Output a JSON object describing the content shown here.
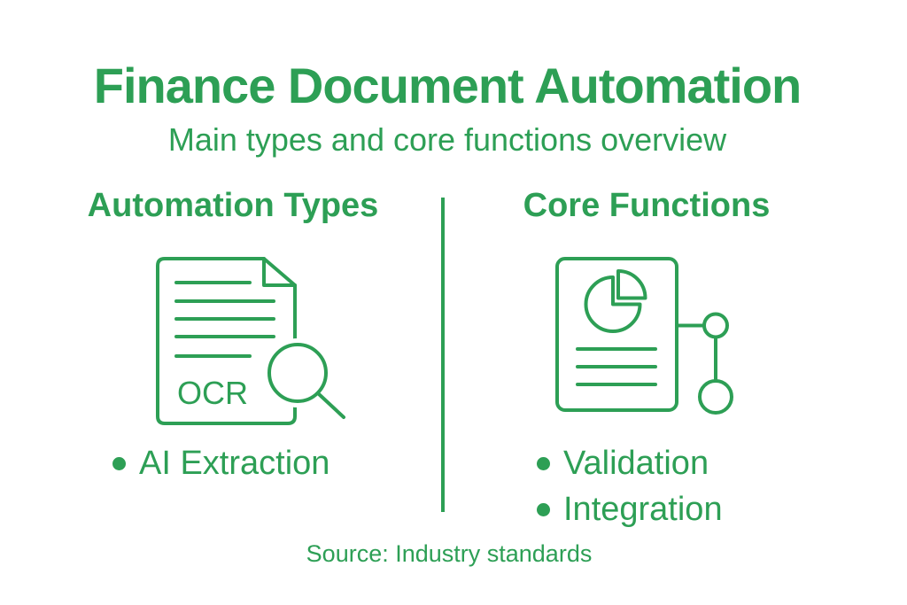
{
  "colors": {
    "accent": "#2d9f55",
    "background": "#ffffff"
  },
  "header": {
    "title": "Finance Document Automation",
    "subtitle": "Main types and core functions overview"
  },
  "columns": {
    "left": {
      "heading": "Automation Types",
      "icon": "ocr-document-magnifier-icon",
      "icon_label": "OCR",
      "items": [
        "AI Extraction"
      ]
    },
    "right": {
      "heading": "Core Functions",
      "icon": "document-pie-chart-workflow-icon",
      "items": [
        "Validation",
        "Integration"
      ]
    }
  },
  "footer": {
    "source": "Source: Industry standards"
  }
}
